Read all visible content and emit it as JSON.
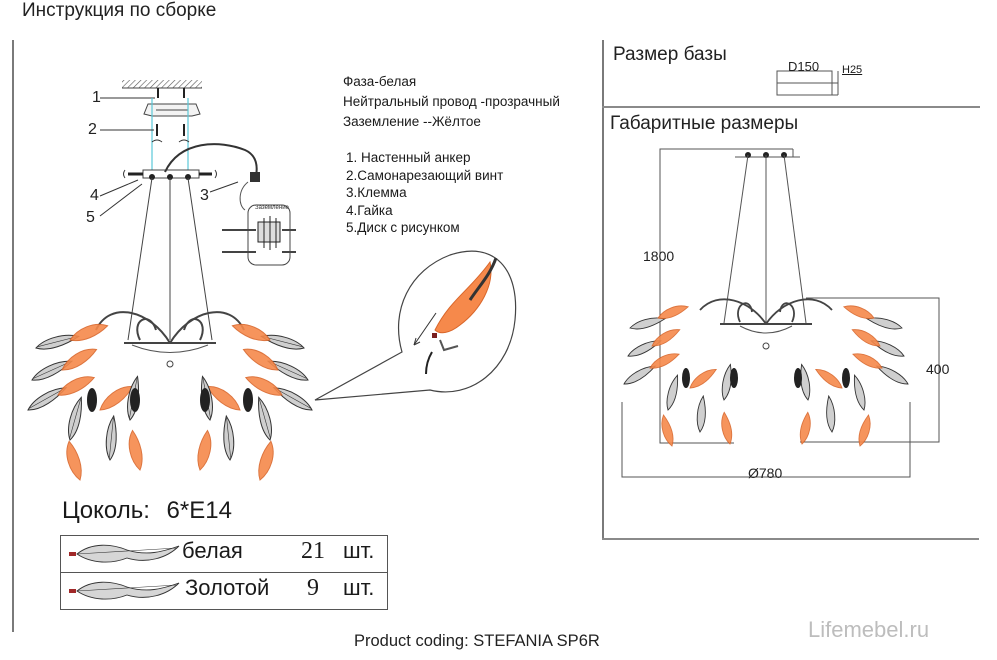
{
  "header": {
    "title": "Инструкция по сборке"
  },
  "wiring": {
    "phase": "Фаза-белая",
    "neutral": "Нейтральный провод -прозрачный",
    "ground": "Заземление --Жёлтое"
  },
  "parts": [
    {
      "label": "1. Настенный анкер"
    },
    {
      "label": "2.Самонарезающий винт"
    },
    {
      "label": "3.Клемма"
    },
    {
      "label": "4.Гайка"
    },
    {
      "label": "5.Диск с рисунком"
    }
  ],
  "callouts": [
    "1",
    "2",
    "3",
    "4",
    "5"
  ],
  "terminal_inset": {
    "title": "Заземление"
  },
  "base_size": {
    "title": "Размер базы",
    "diameter": "D150",
    "height": "H25"
  },
  "overall_size": {
    "title": "Габаритные размеры",
    "total_height": "1800",
    "body_height": "400",
    "diameter": "Ø780"
  },
  "socket": {
    "label": "Цоколь:",
    "value": "6*E14"
  },
  "legend": [
    {
      "name": "белая",
      "count": "21",
      "unit": "шт."
    },
    {
      "name": "Золотой",
      "count": "9",
      "unit": "шт."
    }
  ],
  "footer": {
    "product_coding": "Product coding: STEFANIA SP6R",
    "watermark": "Lifemebel.ru"
  },
  "colors": {
    "leaf_orange": "#f47b3a",
    "line_gray": "#7a7a7a",
    "guide_cyan": "#5bc8d8",
    "wire_dark": "#333333"
  }
}
